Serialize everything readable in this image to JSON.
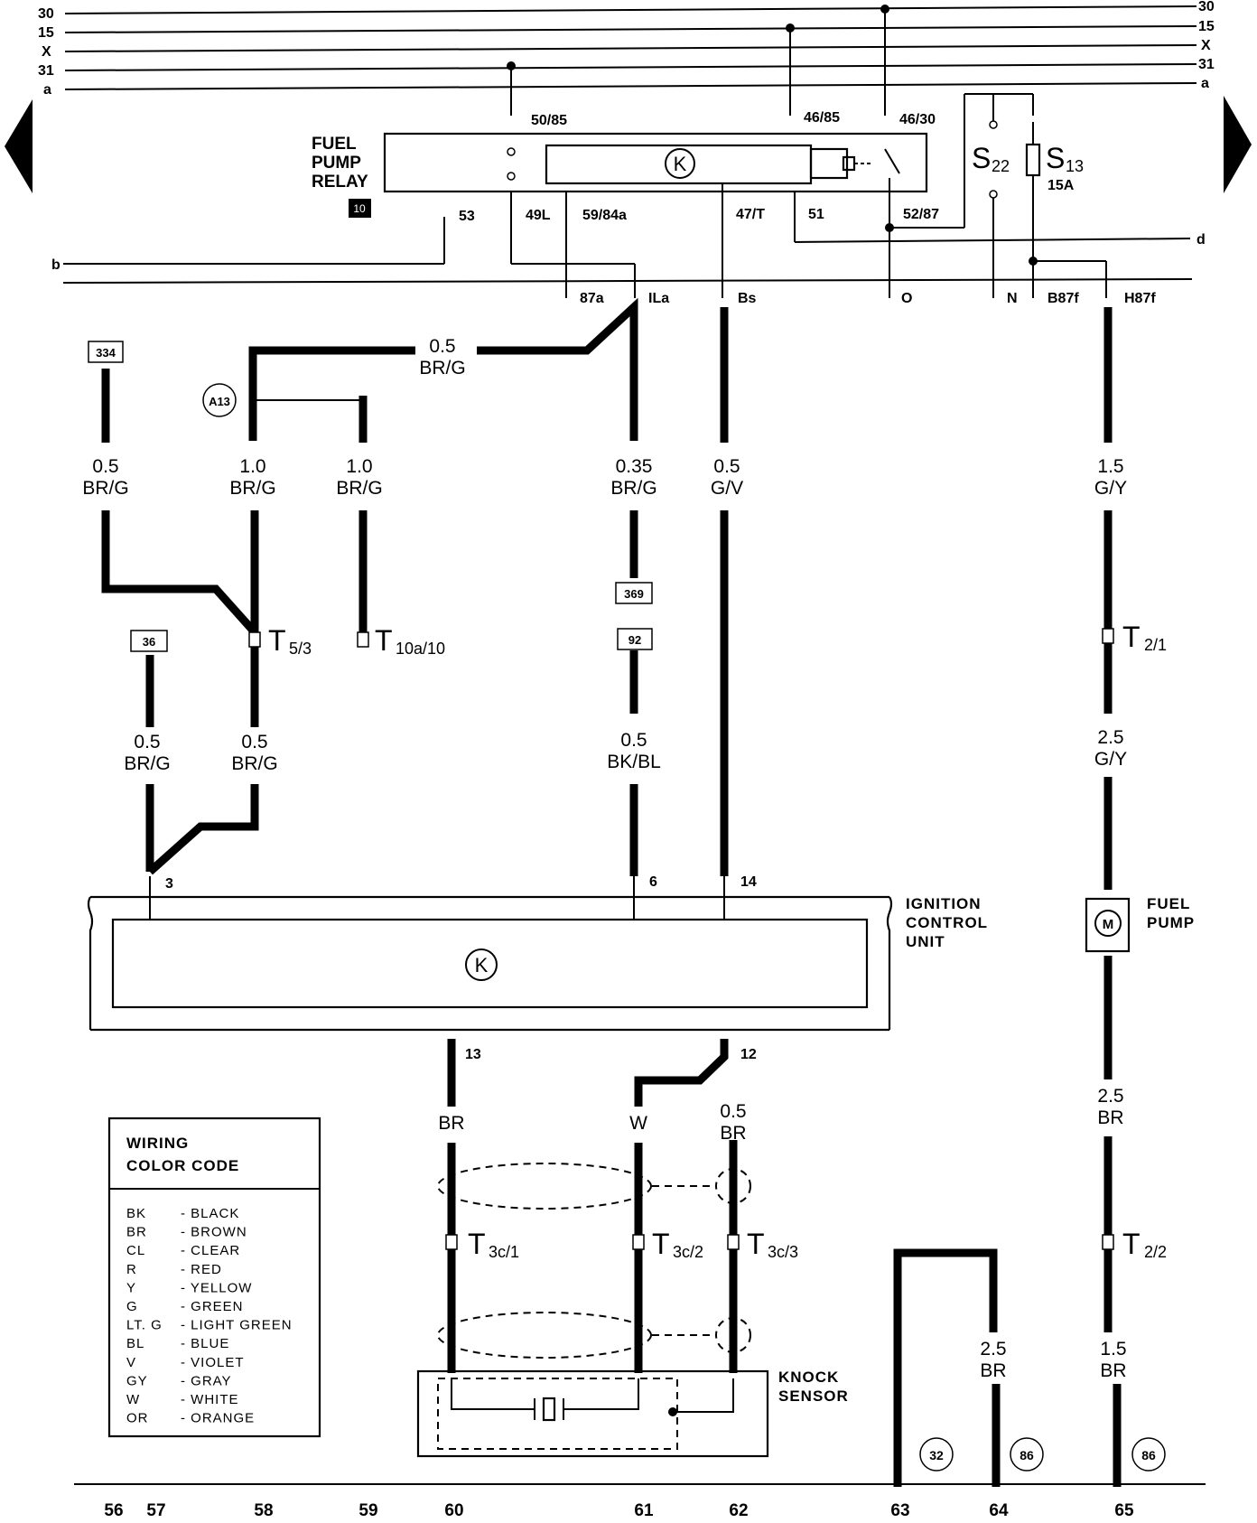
{
  "bus_lines": {
    "left": [
      "30",
      "15",
      "X",
      "31",
      "a"
    ],
    "right": [
      "30",
      "15",
      "X",
      "31",
      "a"
    ],
    "b": "b",
    "d": "d"
  },
  "fuel_pump_relay": {
    "title_line1": "FUEL",
    "title_line2": "PUMP",
    "title_line3": "RELAY",
    "ref": "10",
    "pins": {
      "p50_85": "50/85",
      "p46_85": "46/85",
      "p46_30": "46/30",
      "p53": "53",
      "p49l": "49L",
      "p59_84a": "59/84a",
      "p47_t": "47/T",
      "p51": "51",
      "p52_87": "52/87"
    }
  },
  "fuses": {
    "s22": "S",
    "s22_sub": "22",
    "s13": "S",
    "s13_sub": "13",
    "s13_rating": "15A"
  },
  "harness_labels": [
    "87a",
    "ILa",
    "Bs",
    "O",
    "N",
    "B87f",
    "H87f"
  ],
  "ref_tags": {
    "t334": "334",
    "a13": "A13",
    "t36": "36",
    "t369": "369",
    "t92": "92",
    "c32": "32",
    "c86a": "86",
    "c86b": "86"
  },
  "wires": {
    "w_top": [
      "0.5",
      "BR/G"
    ],
    "w334": [
      "0.5",
      "BR/G"
    ],
    "w_a13": [
      "1.0",
      "BR/G"
    ],
    "w_t10": [
      "1.0",
      "BR/G"
    ],
    "w_ila": [
      "0.35",
      "BR/G"
    ],
    "w_bs": [
      "0.5",
      "G/V"
    ],
    "w_h87f": [
      "1.5",
      "G/Y"
    ],
    "w36": [
      "0.5",
      "BR/G"
    ],
    "w_t53": [
      "0.5",
      "BR/G"
    ],
    "w92": [
      "0.5",
      "BK/BL"
    ],
    "w_pump_in": [
      "2.5",
      "G/Y"
    ],
    "w_pump_out": [
      "2.5",
      "BR"
    ],
    "w13": [
      "BR"
    ],
    "w_w": [
      "W"
    ],
    "w12": [
      "0.5",
      "BR"
    ],
    "w64": [
      "2.5",
      "BR"
    ],
    "w65": [
      "1.5",
      "BR"
    ]
  },
  "terminals": {
    "t5_3": {
      "main": "T",
      "sub": "5/3"
    },
    "t10a_10": {
      "main": "T",
      "sub": "10a/10"
    },
    "t2_1": {
      "main": "T",
      "sub": "2/1"
    },
    "t3c_1": {
      "main": "T",
      "sub": "3c/1"
    },
    "t3c_2": {
      "main": "T",
      "sub": "3c/2"
    },
    "t3c_3": {
      "main": "T",
      "sub": "3c/3"
    },
    "t2_2": {
      "main": "T",
      "sub": "2/2"
    }
  },
  "ignition_control_unit": {
    "line1": "IGNITION",
    "line2": "CONTROL",
    "line3": "UNIT",
    "pins": {
      "p3": "3",
      "p6": "6",
      "p14": "14",
      "p13": "13",
      "p12": "12"
    }
  },
  "fuel_pump": {
    "line1": "FUEL",
    "line2": "PUMP",
    "motor": "M"
  },
  "knock_sensor": {
    "line1": "KNOCK",
    "line2": "SENSOR"
  },
  "relay_symbol": "K",
  "legend": {
    "title_line1": "WIRING",
    "title_line2": "COLOR CODE",
    "entries": [
      {
        "code": "BK",
        "name": "- BLACK"
      },
      {
        "code": "BR",
        "name": "- BROWN"
      },
      {
        "code": "CL",
        "name": "- CLEAR"
      },
      {
        "code": "R",
        "name": "- RED"
      },
      {
        "code": "Y",
        "name": "- YELLOW"
      },
      {
        "code": "G",
        "name": "- GREEN"
      },
      {
        "code": "LT. G",
        "name": "- LIGHT GREEN"
      },
      {
        "code": "BL",
        "name": "- BLUE"
      },
      {
        "code": "V",
        "name": "- VIOLET"
      },
      {
        "code": "GY",
        "name": "- GRAY"
      },
      {
        "code": "W",
        "name": "- WHITE"
      },
      {
        "code": "OR",
        "name": "- ORANGE"
      }
    ]
  },
  "track_numbers": [
    "56",
    "57",
    "58",
    "59",
    "60",
    "61",
    "62",
    "63",
    "64",
    "65"
  ],
  "nav": {
    "prev": "previous-page",
    "next": "next-page"
  }
}
